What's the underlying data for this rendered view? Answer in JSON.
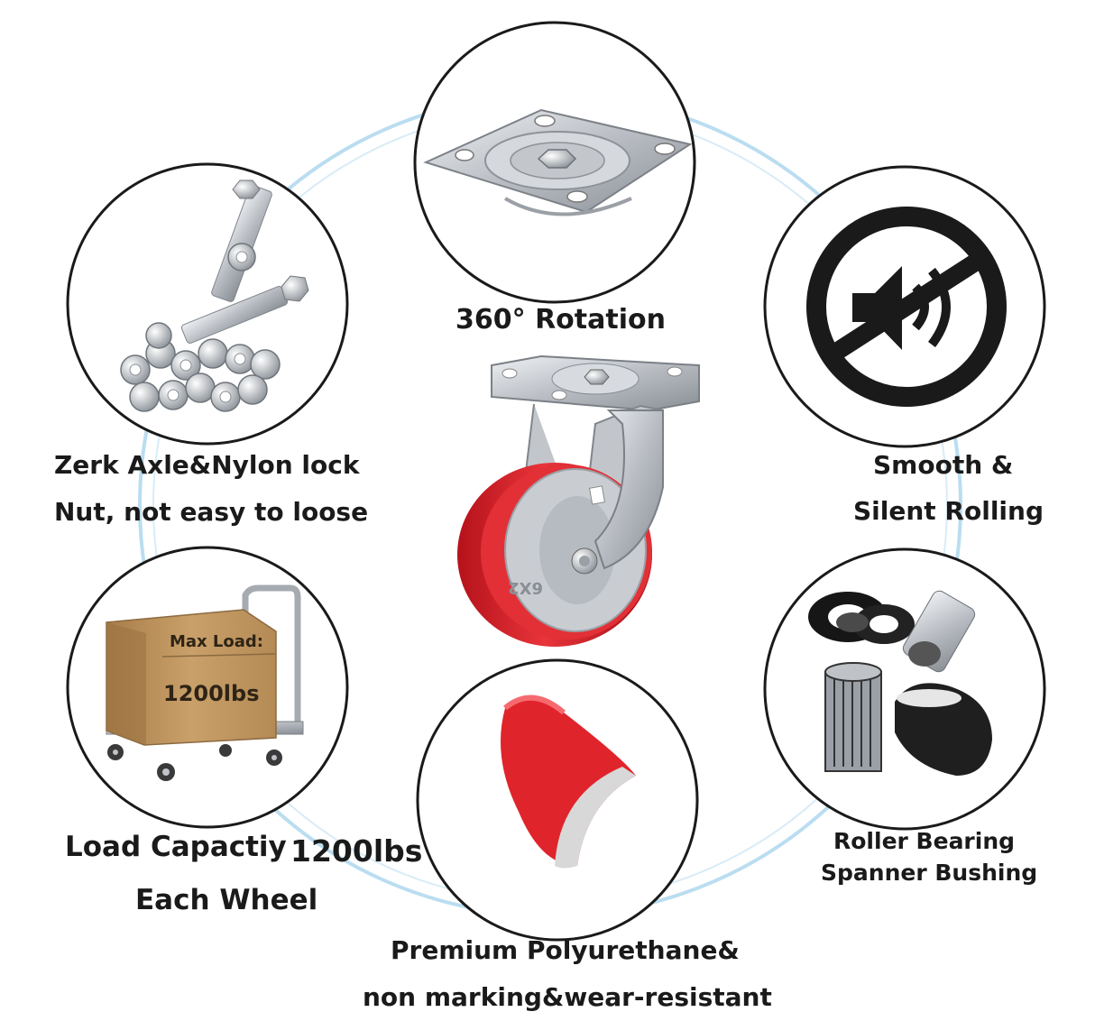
{
  "features": {
    "rotation": "360° Rotation",
    "zerk_line1": "Zerk Axle&Nylon lock",
    "zerk_line2": "Nut, not easy to loose",
    "silent_line1": "Smooth &",
    "silent_line2": "Silent Rolling",
    "load_line1": "Load Capactiy",
    "load_value": "1200lbs",
    "load_line2": "Each Wheel",
    "bearing_line1": "Roller Bearing",
    "bearing_line2": "Spanner Bushing",
    "poly_line1": "Premium Polyurethane&",
    "poly_line2": "non marking&wear-resistant"
  },
  "box_label": {
    "title": "Max Load:",
    "value": "1200lbs"
  },
  "wheel_marking": "6X2",
  "colors": {
    "accent_ring": "#a9d4ec",
    "polyurethane_red": "#d81f26",
    "steel": "#c8cbd0",
    "circle_border": "#1a1a1a",
    "cardboard": "#c49a63"
  },
  "icons": [
    "mounting-plate",
    "bolts-and-nuts",
    "mute-speaker-icon",
    "cart-with-box",
    "bearing-parts",
    "polyurethane-tread",
    "swivel-caster"
  ]
}
